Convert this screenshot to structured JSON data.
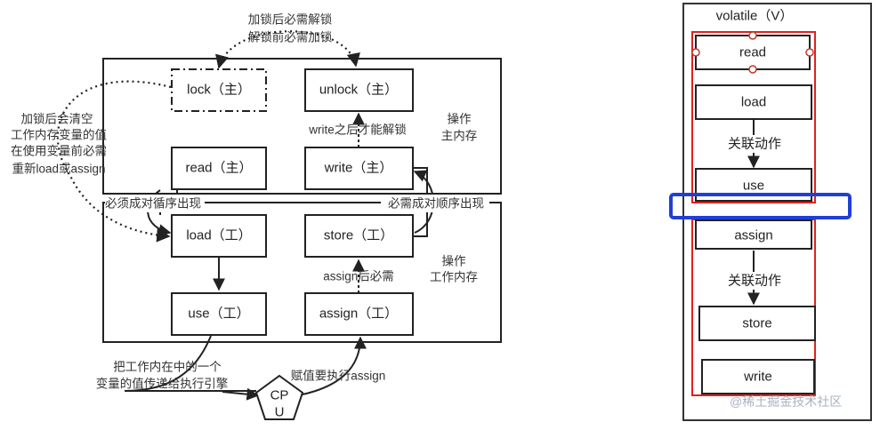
{
  "left_diagram": {
    "boxes": {
      "lock": "lock（主）",
      "unlock": "unlock（主）",
      "read": "read（主）",
      "write": "write（主）",
      "load": "load（工）",
      "store": "store（工）",
      "use": "use（工）",
      "assign": "assign（工）"
    },
    "cpu_lines": [
      "CP",
      "U"
    ],
    "notes": {
      "top_line1": "加锁后必需解锁",
      "top_line2": "解锁前必需加锁",
      "left_lines": [
        "加锁后会清空",
        "工作内存变量的值",
        "在使用变量前必需",
        "重新load或assign"
      ],
      "write_unlock": "write之后才能解锁",
      "main_mem_lines": [
        "操作",
        "主内存"
      ],
      "work_mem_lines": [
        "操作",
        "工作内存"
      ],
      "paired_left": "必须成对循序出现",
      "paired_right": "必需成对顺序出现",
      "assign_store": "assign后必需",
      "use_lines": [
        "把工作内在中的一个",
        "变量的值传递给执行引擎"
      ],
      "cpu_assign": "赋值要执行assign"
    }
  },
  "right_diagram": {
    "title": "volatile（V）",
    "boxes": [
      "read",
      "load",
      "use",
      "assign",
      "store",
      "write"
    ],
    "relation_top": "关联动作",
    "relation_bottom": "关联动作"
  },
  "watermark": "@稀土掘金技术社区",
  "colors": {
    "line": "#222222",
    "red_frame": "#e02020",
    "blue_highlight": "#1f3fd6",
    "handle_fill": "#ffffff",
    "handle_stroke": "#c0392b",
    "watermark": "#a9b3c2"
  }
}
